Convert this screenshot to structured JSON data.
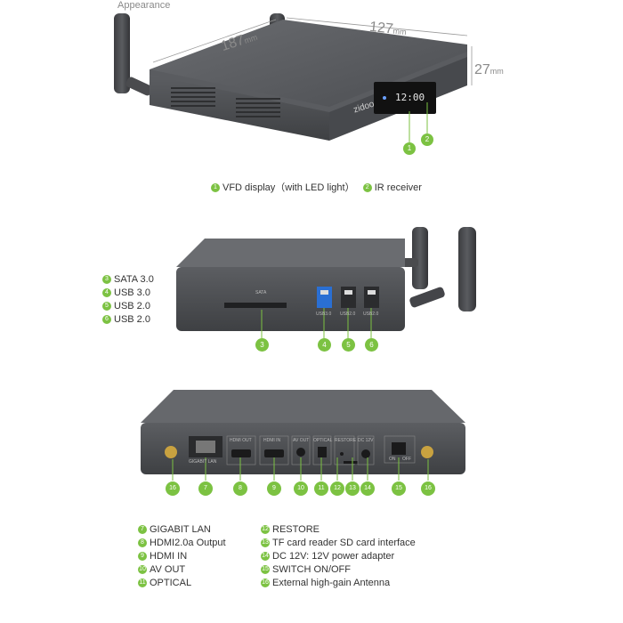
{
  "section_title": "Appearance",
  "dimensions": {
    "length": "187",
    "width": "127",
    "height": "27",
    "unit": "mm"
  },
  "brand_logo_text": "zidoo",
  "vfd_digits": "12:00",
  "top_caption": [
    {
      "num": "1",
      "label": "VFD display（with LED light）"
    },
    {
      "num": "2",
      "label": "IR receiver"
    }
  ],
  "side_legend": [
    {
      "num": "3",
      "label": "SATA 3.0"
    },
    {
      "num": "4",
      "label": "USB 3.0"
    },
    {
      "num": "5",
      "label": "USB 2.0"
    },
    {
      "num": "6",
      "label": "USB 2.0"
    }
  ],
  "side_port_labels": {
    "sata": "SATA",
    "usb3": "USB3.0",
    "usb2a": "USB2.0",
    "usb2b": "USB2.0"
  },
  "back_port_labels": {
    "lan": "GIGABIT LAN",
    "hdmi_out": "HDMI OUT",
    "hdmi_in": "HDMI IN",
    "av_out": "AV OUT",
    "optical": "OPTICAL",
    "restore": "RESTORE",
    "dc": "DC 12V",
    "on": "ON",
    "off": "OFF"
  },
  "bottom_legend_left": [
    {
      "num": "7",
      "label": "GIGABIT LAN"
    },
    {
      "num": "8",
      "label": "HDMI2.0a Output"
    },
    {
      "num": "9",
      "label": "HDMI IN"
    },
    {
      "num": "10",
      "label": "AV OUT"
    },
    {
      "num": "11",
      "label": "OPTICAL"
    }
  ],
  "bottom_legend_right": [
    {
      "num": "12",
      "label": "RESTORE"
    },
    {
      "num": "13",
      "label": "TF card reader SD card interface"
    },
    {
      "num": "14",
      "label": "DC 12V:  12V power adapter"
    },
    {
      "num": "15",
      "label": "SWITCH ON/OFF"
    },
    {
      "num": "16",
      "label": "External high-gain Antenna"
    }
  ],
  "callout_numbers": {
    "top": [
      "1",
      "2"
    ],
    "side": [
      "3",
      "4",
      "5",
      "6"
    ],
    "back": [
      "16",
      "7",
      "8",
      "9",
      "10",
      "11",
      "12",
      "13",
      "14",
      "15",
      "16"
    ]
  },
  "colors": {
    "accent": "#7cc242",
    "device": "#55575b",
    "device_dark": "#3a3b3e",
    "text": "#333333"
  }
}
